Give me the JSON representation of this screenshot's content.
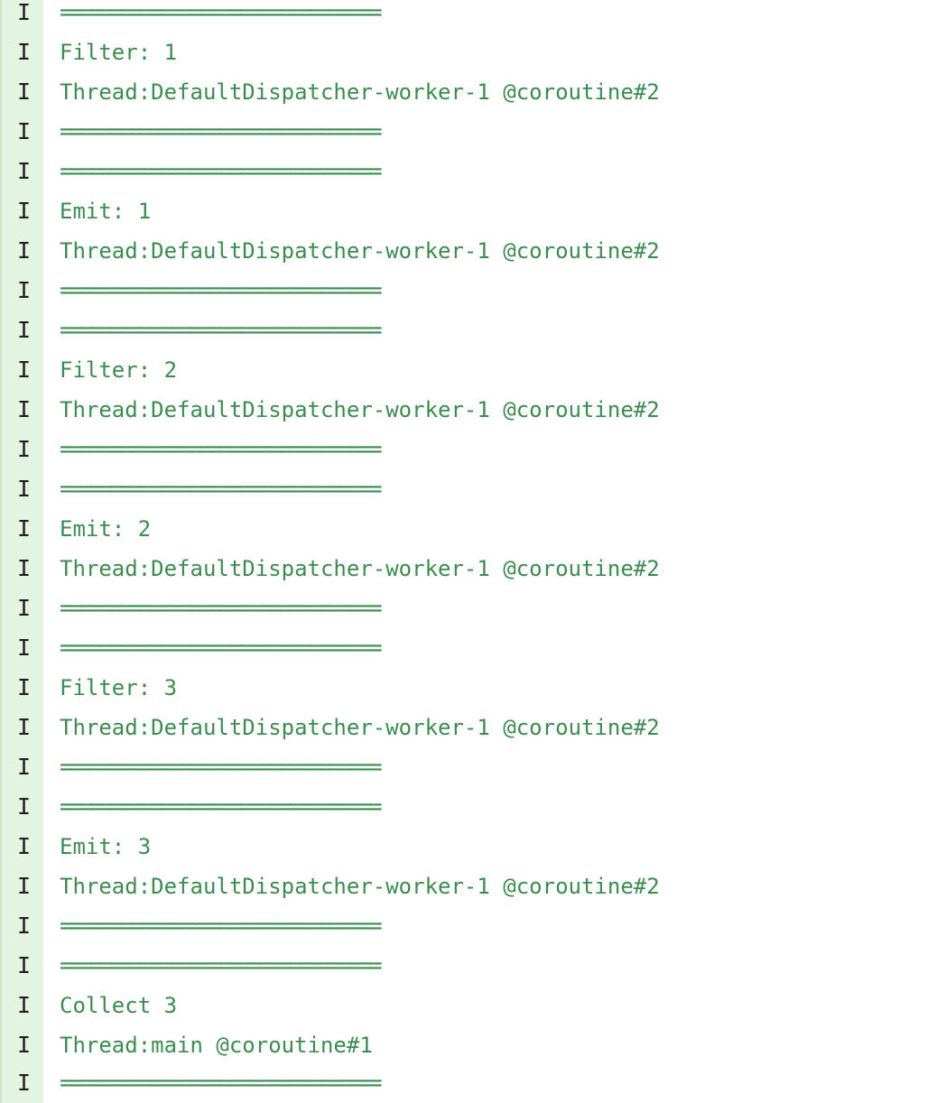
{
  "log": {
    "entries": [
      {
        "level": "I",
        "message": "================================"
      },
      {
        "level": "I",
        "message": "Filter: 1"
      },
      {
        "level": "I",
        "message": "Thread:DefaultDispatcher-worker-1 @coroutine#2"
      },
      {
        "level": "I",
        "message": "================================"
      },
      {
        "level": "I",
        "message": "================================"
      },
      {
        "level": "I",
        "message": "Emit: 1"
      },
      {
        "level": "I",
        "message": "Thread:DefaultDispatcher-worker-1 @coroutine#2"
      },
      {
        "level": "I",
        "message": "================================"
      },
      {
        "level": "I",
        "message": "================================"
      },
      {
        "level": "I",
        "message": "Filter: 2"
      },
      {
        "level": "I",
        "message": "Thread:DefaultDispatcher-worker-1 @coroutine#2"
      },
      {
        "level": "I",
        "message": "================================"
      },
      {
        "level": "I",
        "message": "================================"
      },
      {
        "level": "I",
        "message": "Emit: 2"
      },
      {
        "level": "I",
        "message": "Thread:DefaultDispatcher-worker-1 @coroutine#2"
      },
      {
        "level": "I",
        "message": "================================"
      },
      {
        "level": "I",
        "message": "================================"
      },
      {
        "level": "I",
        "message": "Filter: 3"
      },
      {
        "level": "I",
        "message": "Thread:DefaultDispatcher-worker-1 @coroutine#2"
      },
      {
        "level": "I",
        "message": "================================"
      },
      {
        "level": "I",
        "message": "================================"
      },
      {
        "level": "I",
        "message": "Emit: 3"
      },
      {
        "level": "I",
        "message": "Thread:DefaultDispatcher-worker-1 @coroutine#2"
      },
      {
        "level": "I",
        "message": "================================"
      },
      {
        "level": "I",
        "message": "================================"
      },
      {
        "level": "I",
        "message": "Collect 3"
      },
      {
        "level": "I",
        "message": "Thread:main @coroutine#1"
      },
      {
        "level": "I",
        "message": "================================"
      }
    ]
  },
  "colors": {
    "message_text": "#3a8c4f",
    "level_text": "#1f1f1f",
    "level_gutter": "#e4f4e2"
  }
}
